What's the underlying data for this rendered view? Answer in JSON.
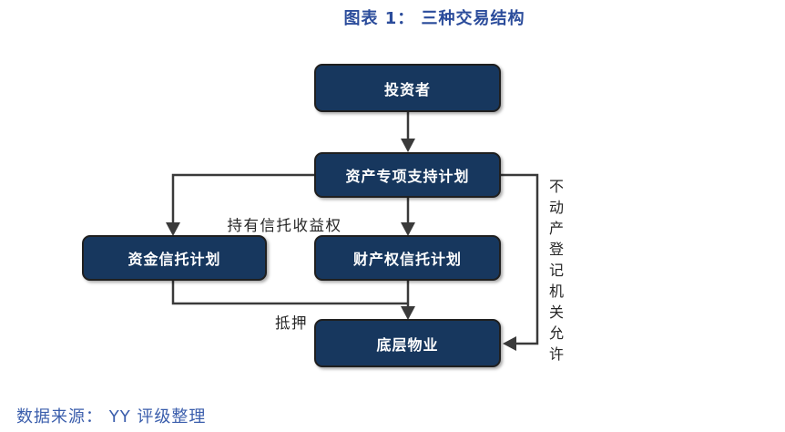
{
  "title": "图表 1： 三种交易结构",
  "diagram": {
    "nodes": {
      "investor": "投资者",
      "absp": "资产专项支持计划",
      "capital_trust": "资金信托计划",
      "property_trust": "财产权信托计划",
      "underlying": "底层物业"
    },
    "edge_labels": {
      "hold_trust_rights": "持有信托收益权",
      "mortgage": "抵押",
      "registration_permission": "不动产登记机关允许"
    }
  },
  "footer": {
    "source": "数据来源：  YY 评级整理"
  },
  "colors": {
    "node_fill": "#17375E",
    "node_border": "#1F1F1F",
    "title_text": "#2B4C9B",
    "source_text": "#3B5EAC",
    "connector": "#3A3A3A",
    "node_text": "#FFFFFF"
  }
}
